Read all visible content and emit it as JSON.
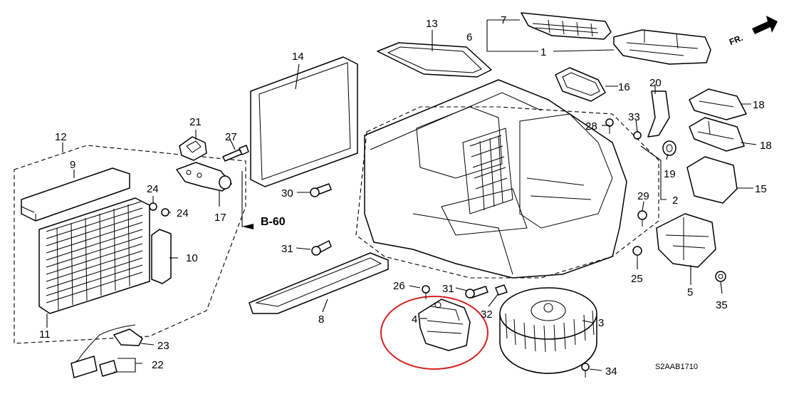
{
  "diagram": {
    "direction_label": "FR.",
    "reference_label": "B-60",
    "drawing_code": "S2AAB1710",
    "highlight_color": "#d42020",
    "callouts": [
      "1",
      "2",
      "3",
      "4",
      "5",
      "6",
      "7",
      "8",
      "9",
      "10",
      "11",
      "12",
      "13",
      "14",
      "15",
      "16",
      "17",
      "18",
      "18",
      "19",
      "20",
      "21",
      "22",
      "23",
      "24",
      "24",
      "25",
      "26",
      "27",
      "28",
      "29",
      "30",
      "31",
      "31",
      "32",
      "33",
      "34",
      "35"
    ]
  }
}
